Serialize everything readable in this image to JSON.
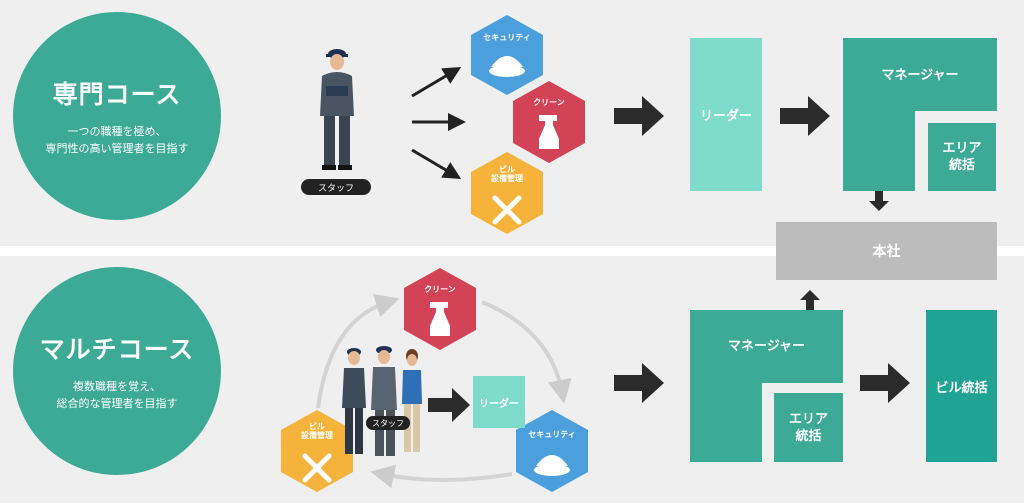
{
  "top": {
    "course_title": "専門コース",
    "course_desc_1": "一つの職種を極め、",
    "course_desc_2": "専門性の高い管理者を目指す",
    "staff_label": "スタッフ",
    "hex_security": "セキュリティ",
    "hex_clean": "クリーン",
    "hex_building_1": "ビル",
    "hex_building_2": "設備管理",
    "leader": "リーダー",
    "manager": "マネージャー",
    "area_1": "エリア",
    "area_2": "統括"
  },
  "center": {
    "headquarters": "本社"
  },
  "bottom": {
    "course_title": "マルチコース",
    "course_desc_1": "複数職種を覚え、",
    "course_desc_2": "総合的な管理者を目指す",
    "staff_label": "スタッフ",
    "hex_clean": "クリーン",
    "hex_security": "セキュリティ",
    "hex_building_1": "ビル",
    "hex_building_2": "設備管理",
    "leader": "リーダー",
    "manager": "マネージャー",
    "area_1": "エリア",
    "area_2": "統括",
    "building_mgmt": "ビル統括"
  },
  "colors": {
    "teal": "#3daa95",
    "teal_light": "#7fdccb",
    "teal_dark": "#1fa392",
    "security_blue": "#4a9fdc",
    "clean_red": "#d34356",
    "building_yellow": "#f5b33b",
    "hq_gray": "#bcbcbc"
  }
}
